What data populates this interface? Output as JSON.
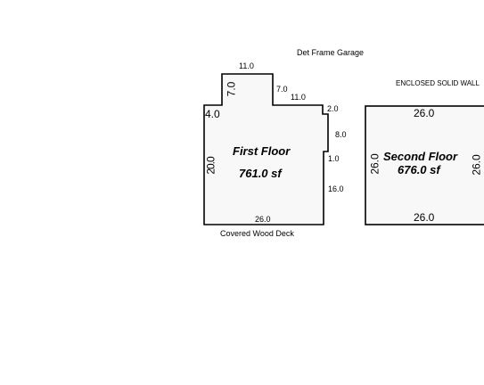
{
  "sketch": {
    "header_fragment": "- - -",
    "labels": {
      "garage": "Det Frame Garage",
      "enclosed_wall": "ENCLOSED SOLID WALL",
      "deck": "Covered Wood Deck"
    },
    "first_floor": {
      "name": "First Floor",
      "area": "761.0 sf",
      "dims": {
        "top": "11.0",
        "left_upper": "7.0",
        "inner_step": "7.0",
        "step_top": "11.0",
        "left_step": "4.0",
        "right_notch": "2.0",
        "right_a": "8.0",
        "right_b": "1.0",
        "right_c": "16.0",
        "bottom": "26.0",
        "left_overlap": "20.0"
      }
    },
    "second_floor": {
      "name": "Second Floor",
      "area": "676.0 sf",
      "dims": {
        "top": "26.0",
        "bottom": "26.0",
        "left": "26.0",
        "right": "26.0"
      }
    },
    "colors": {
      "fill": "#f8f8f8",
      "stroke": "#000000"
    }
  }
}
